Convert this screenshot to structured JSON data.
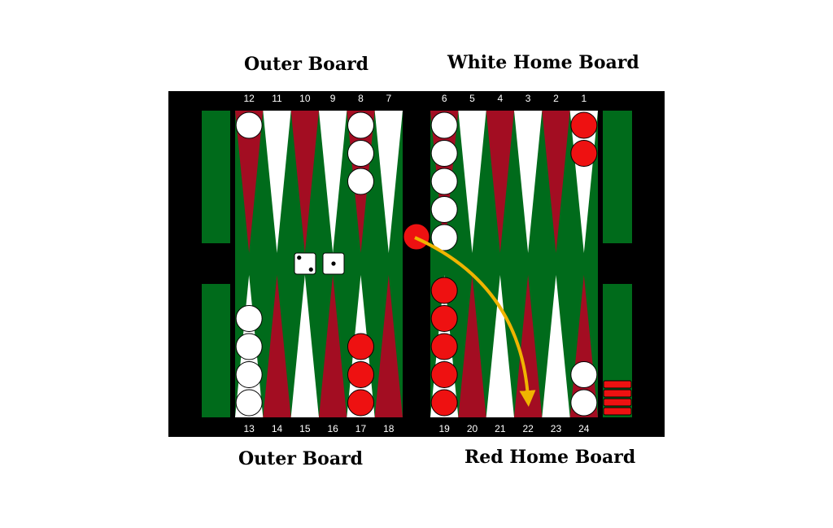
{
  "labels": {
    "top_left": "Outer Board",
    "top_right": "White Home Board",
    "bottom_left": "Outer Board",
    "bottom_right": "Red Home Board"
  },
  "top_point_numbers": [
    "12",
    "11",
    "10",
    "9",
    "8",
    "7",
    "6",
    "5",
    "4",
    "3",
    "2",
    "1"
  ],
  "bottom_point_numbers": [
    "13",
    "14",
    "15",
    "16",
    "17",
    "18",
    "19",
    "20",
    "21",
    "22",
    "23",
    "24"
  ],
  "colors": {
    "frame": "#000000",
    "felt": "#006b1b",
    "red_point": "#a30d22",
    "white_point": "#ffffff",
    "red_checker": "#ee1111",
    "white_checker": "#ffffff",
    "arrow": "#f0b400"
  },
  "checkers": [
    {
      "point": 12,
      "color": "white",
      "count": 1
    },
    {
      "point": 8,
      "color": "white",
      "count": 3
    },
    {
      "point": 6,
      "color": "white",
      "count": 5
    },
    {
      "point": 1,
      "color": "red",
      "count": 2
    },
    {
      "point": 13,
      "color": "white",
      "count": 4
    },
    {
      "point": 17,
      "color": "red",
      "count": 3
    },
    {
      "point": 19,
      "color": "red",
      "count": 5
    },
    {
      "point": 24,
      "color": "white",
      "count": 2
    }
  ],
  "bar": {
    "red_checkers": 1
  },
  "borne_off": {
    "red": 4
  },
  "dice": [
    2,
    1
  ],
  "move_arrow": {
    "from": "bar",
    "to": 22
  }
}
